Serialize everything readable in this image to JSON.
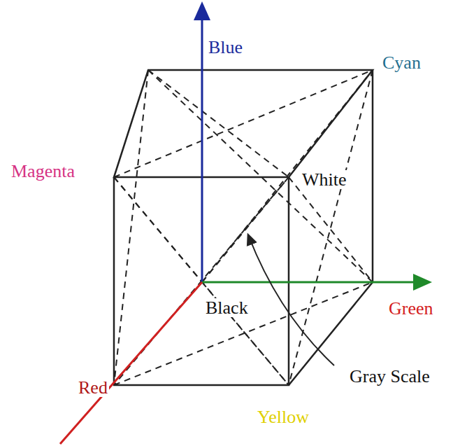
{
  "diagram": {
    "labels": [
      "Blue",
      "Cyan",
      "Magenta",
      "White",
      "Black",
      "Green",
      "Gray Scale",
      "Red",
      "Yellow"
    ]
  }
}
